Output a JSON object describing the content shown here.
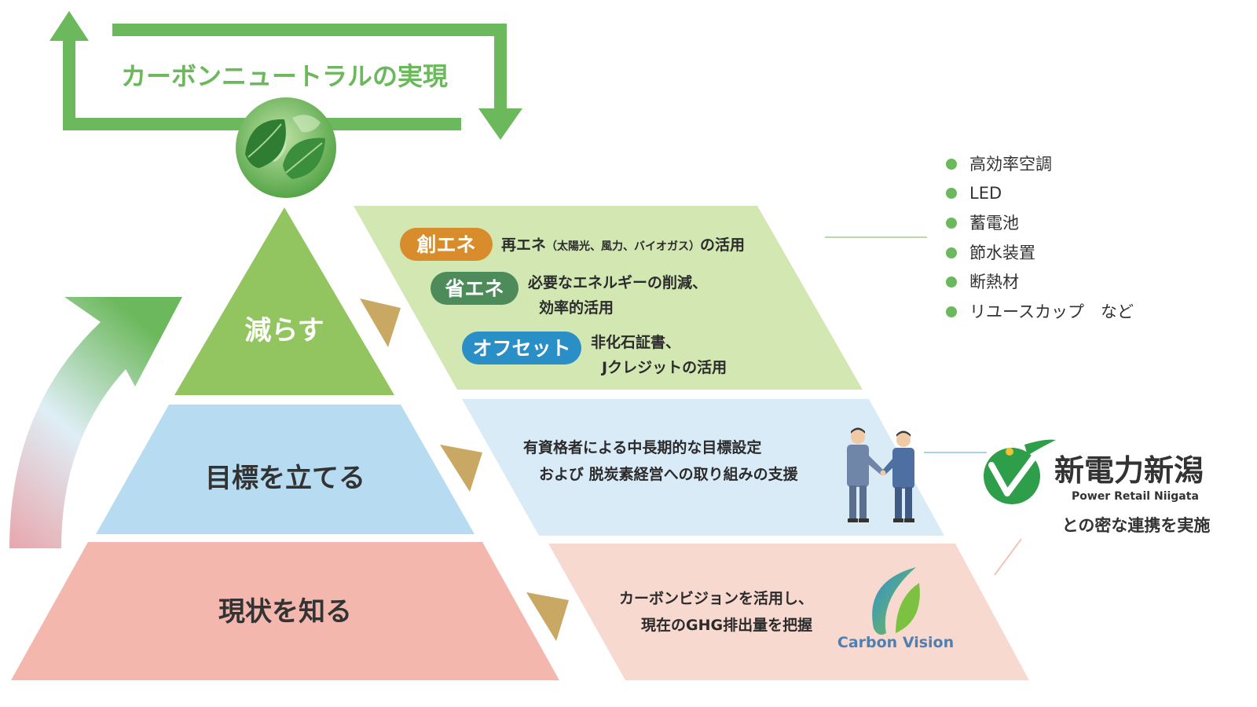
{
  "banner": {
    "title": "カーボンニュートラルの実現"
  },
  "colors": {
    "accent_green": "#6cb85c",
    "tier_top": "#92c560",
    "tier_top_panel": "#d3e7b3",
    "tier_mid": "#b7dcf1",
    "tier_mid_panel": "#d9ebf7",
    "tier_bottom": "#f3b7ae",
    "tier_bottom_panel": "#f8d9d0",
    "arrow_marker": "#c8a862"
  },
  "tiers": {
    "top": {
      "title": "減らす",
      "items": [
        {
          "pill": "創エネ",
          "pill_color": "#d98c2b",
          "text_main": "再エネ",
          "text_small": "（太陽光、風力、バイオガス）",
          "text_tail": "の活用"
        },
        {
          "pill": "省エネ",
          "pill_color": "#4e8b5a",
          "line1": "必要なエネルギーの削減、",
          "line2": "効率的活用"
        },
        {
          "pill": "オフセット",
          "pill_color": "#2a8fc6",
          "line1": "非化石証書、",
          "line2": "Jクレジットの活用"
        }
      ]
    },
    "middle": {
      "title": "目標を立てる",
      "line1": "有資格者による中長期的な目標設定",
      "line2": "および 脱炭素経営への取り組みの支援"
    },
    "bottom": {
      "title": "現状を知る",
      "line1": "カーボンビジョンを活用し、",
      "line2": "現在のGHG排出量を把握",
      "logo_text": "Carbon Vision"
    }
  },
  "bullets": [
    "高効率空調",
    "LED",
    "蓄電池",
    "節水装置",
    "断熱材",
    "リユースカップ　など"
  ],
  "partner": {
    "name": "新電力新潟",
    "subname": "Power Retail Niigata",
    "caption": "との密な連携を実施"
  },
  "icons": [
    "circular-arrow-icon",
    "earth-leaves-icon",
    "up-arrow-icon",
    "triangle-pointer-icon",
    "handshake-illustration",
    "bullet-dot-icon"
  ]
}
